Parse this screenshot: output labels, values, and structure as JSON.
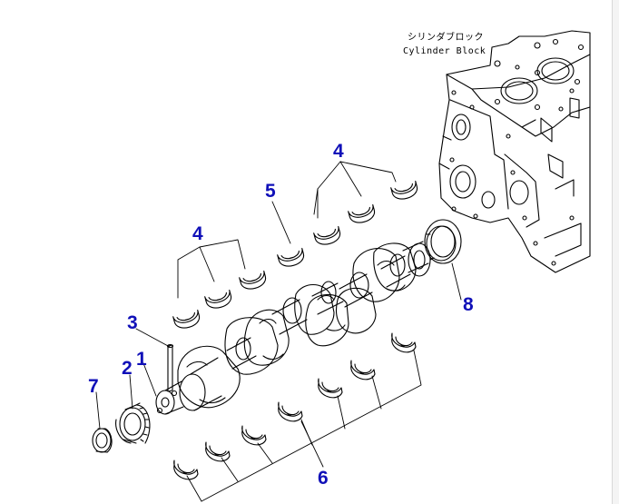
{
  "block_label_jp": "シリンダブロック",
  "block_label_en": "Cylinder Block",
  "callout_color": "#1010b8",
  "callouts": [
    {
      "id": "c4a",
      "text": "4"
    },
    {
      "id": "c5",
      "text": "5"
    },
    {
      "id": "c4b",
      "text": "4"
    },
    {
      "id": "c3",
      "text": "3"
    },
    {
      "id": "c1",
      "text": "1"
    },
    {
      "id": "c2",
      "text": "2"
    },
    {
      "id": "c7",
      "text": "7"
    },
    {
      "id": "c8",
      "text": "8"
    },
    {
      "id": "c6",
      "text": "6"
    }
  ]
}
